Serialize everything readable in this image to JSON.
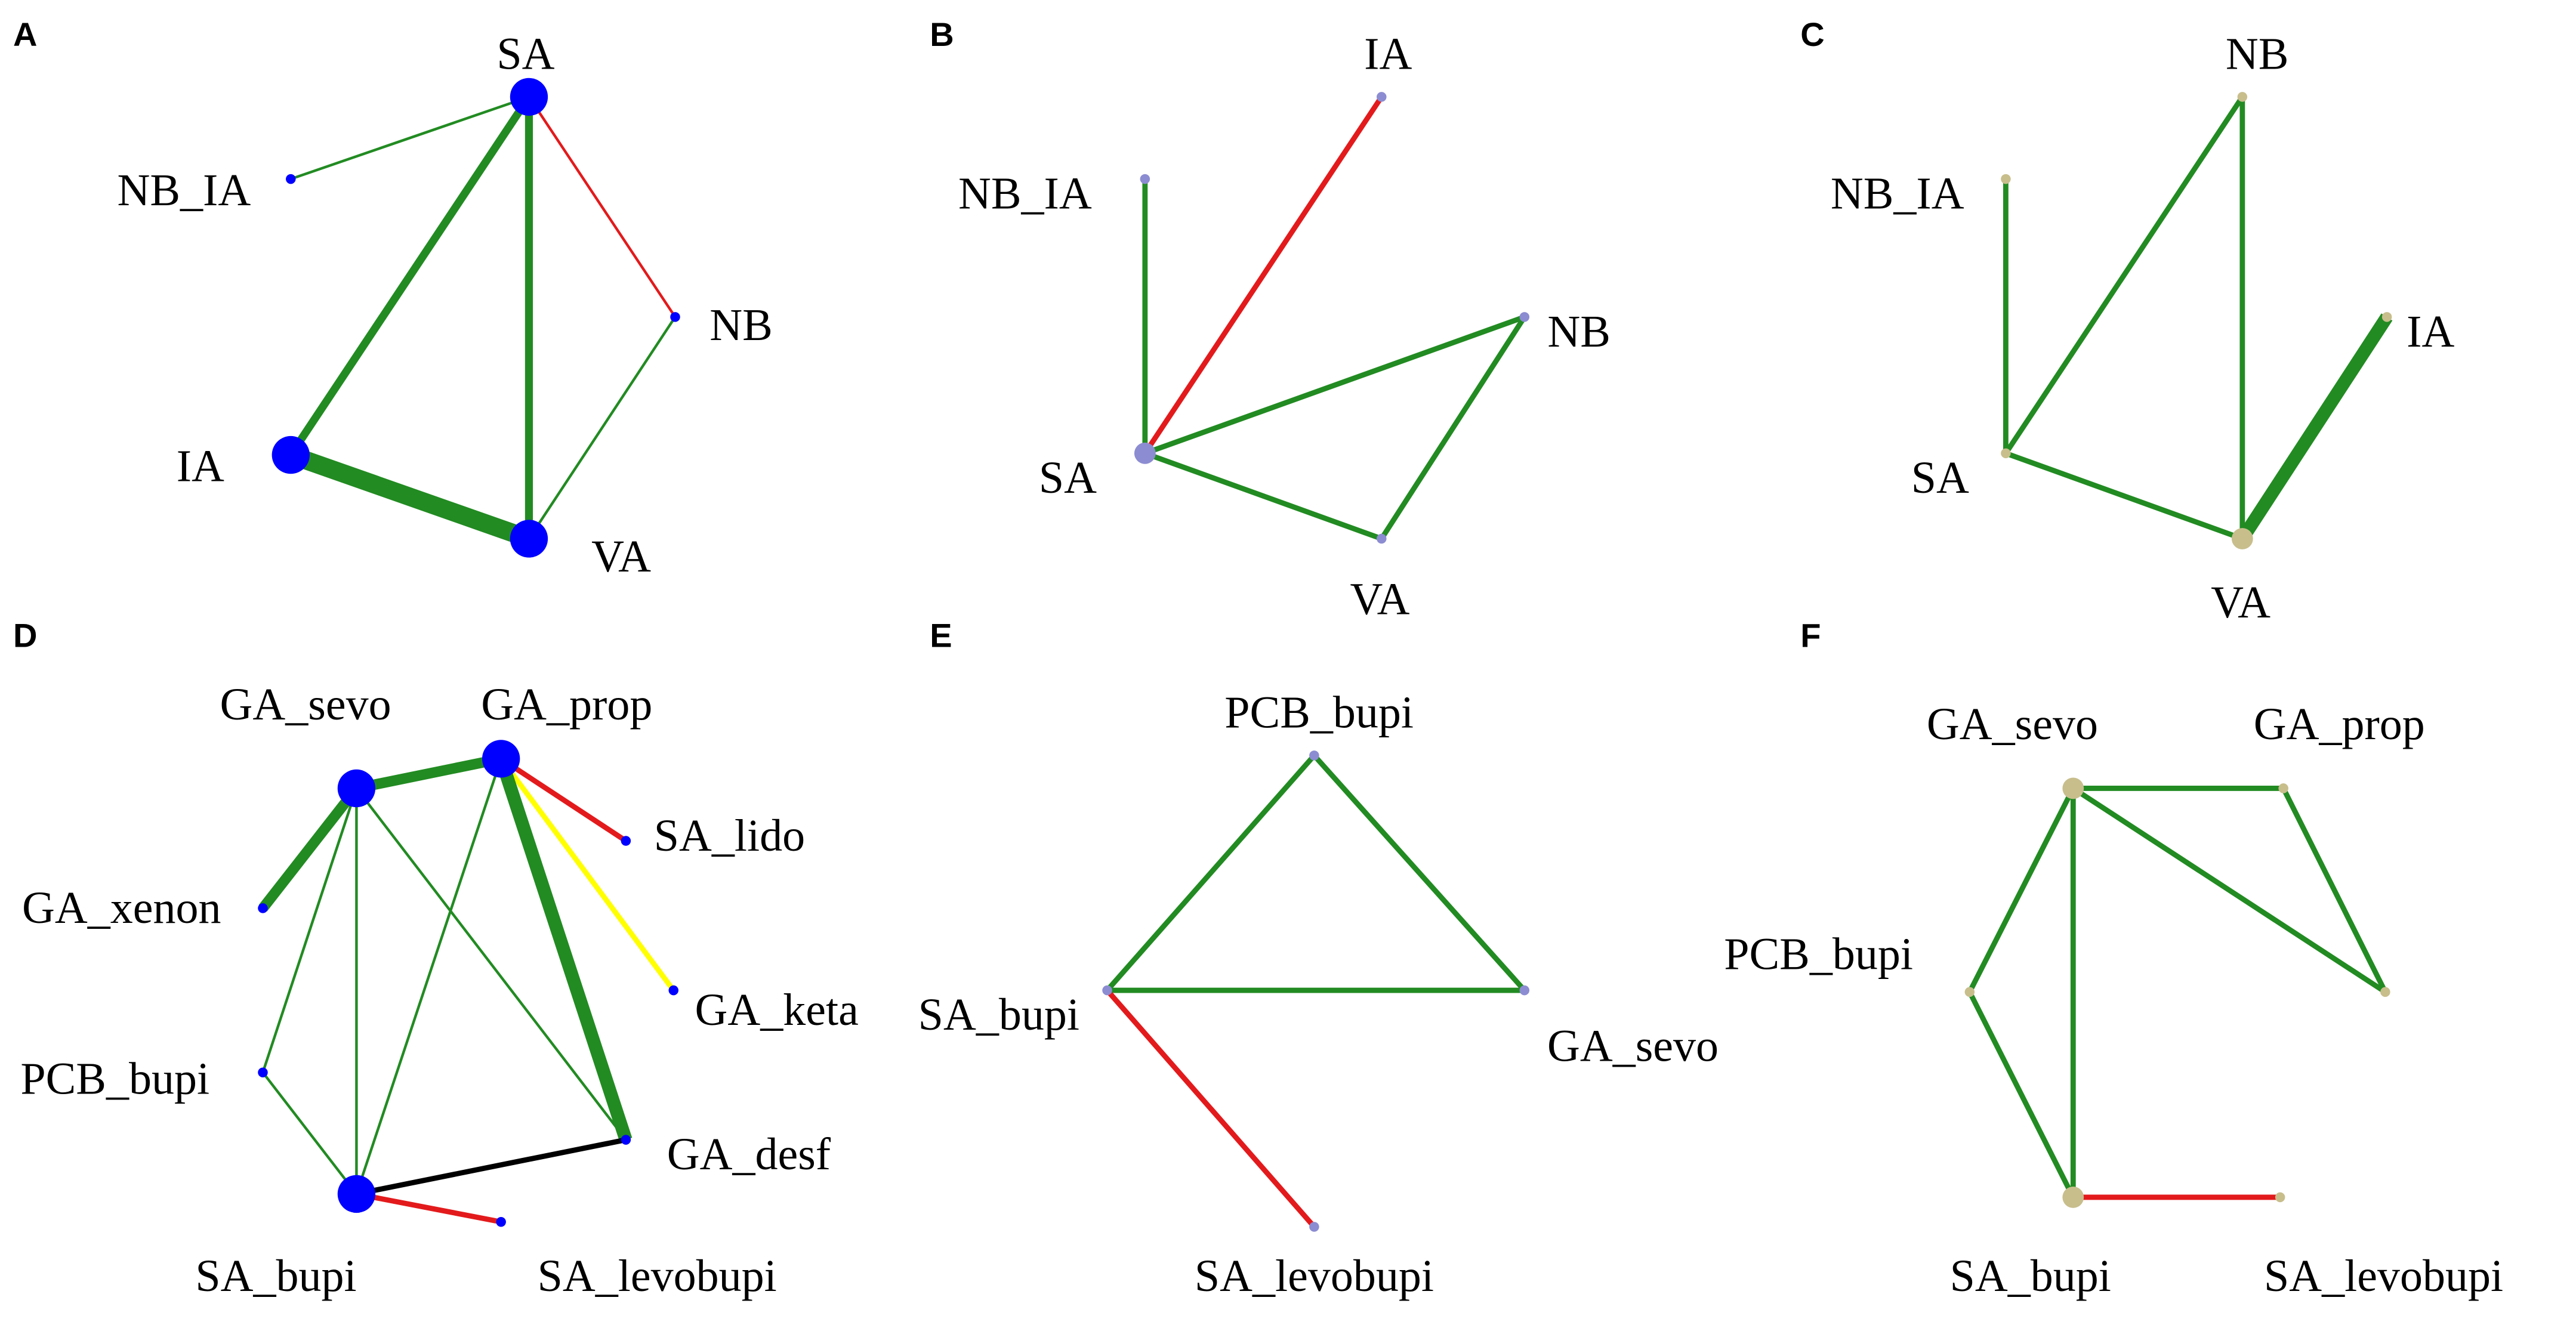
{
  "colors": {
    "green": "#228b22",
    "red": "#e31a1c",
    "yellow": "#ffff00",
    "black": "#000000",
    "node_blue": "#0000ff",
    "node_lavender": "#8c8cd2",
    "node_tan": "#c8be8c"
  },
  "panels": [
    {
      "letter": "A",
      "nodes": [
        {
          "id": "SA",
          "label": "SA",
          "size": "large"
        },
        {
          "id": "NB_IA",
          "label": "NB_IA",
          "size": "small"
        },
        {
          "id": "NB",
          "label": "NB",
          "size": "small"
        },
        {
          "id": "IA",
          "label": "IA",
          "size": "large"
        },
        {
          "id": "VA",
          "label": "VA",
          "size": "large"
        }
      ],
      "edges": [
        {
          "from": "SA",
          "to": "NB_IA",
          "color": "green",
          "weight": 1
        },
        {
          "from": "SA",
          "to": "IA",
          "color": "green",
          "weight": 3
        },
        {
          "from": "SA",
          "to": "VA",
          "color": "green",
          "weight": 3
        },
        {
          "from": "SA",
          "to": "NB",
          "color": "red",
          "weight": 1
        },
        {
          "from": "NB",
          "to": "VA",
          "color": "green",
          "weight": 1
        },
        {
          "from": "IA",
          "to": "VA",
          "color": "green",
          "weight": 7
        }
      ]
    },
    {
      "letter": "B",
      "nodes": [
        {
          "id": "IA",
          "label": "IA",
          "size": "small"
        },
        {
          "id": "NB_IA",
          "label": "NB_IA",
          "size": "small"
        },
        {
          "id": "NB",
          "label": "NB",
          "size": "small"
        },
        {
          "id": "SA",
          "label": "SA",
          "size": "medium"
        },
        {
          "id": "VA",
          "label": "VA",
          "size": "small"
        }
      ],
      "edges": [
        {
          "from": "SA",
          "to": "IA",
          "color": "red",
          "weight": 2
        },
        {
          "from": "SA",
          "to": "NB_IA",
          "color": "green",
          "weight": 2
        },
        {
          "from": "SA",
          "to": "NB",
          "color": "green",
          "weight": 2
        },
        {
          "from": "SA",
          "to": "VA",
          "color": "green",
          "weight": 2
        },
        {
          "from": "NB",
          "to": "VA",
          "color": "green",
          "weight": 2
        }
      ]
    },
    {
      "letter": "C",
      "nodes": [
        {
          "id": "NB",
          "label": "NB",
          "size": "small"
        },
        {
          "id": "NB_IA",
          "label": "NB_IA",
          "size": "small"
        },
        {
          "id": "IA",
          "label": "IA",
          "size": "small"
        },
        {
          "id": "SA",
          "label": "SA",
          "size": "small"
        },
        {
          "id": "VA",
          "label": "VA",
          "size": "medium"
        }
      ],
      "edges": [
        {
          "from": "SA",
          "to": "NB_IA",
          "color": "green",
          "weight": 2
        },
        {
          "from": "SA",
          "to": "NB",
          "color": "green",
          "weight": 2
        },
        {
          "from": "SA",
          "to": "VA",
          "color": "green",
          "weight": 2
        },
        {
          "from": "NB",
          "to": "VA",
          "color": "green",
          "weight": 2
        },
        {
          "from": "IA",
          "to": "VA",
          "color": "green",
          "weight": 5
        }
      ]
    },
    {
      "letter": "D",
      "nodes": [
        {
          "id": "GA_sevo",
          "label": "GA_sevo",
          "size": "large"
        },
        {
          "id": "GA_prop",
          "label": "GA_prop",
          "size": "large"
        },
        {
          "id": "SA_lido",
          "label": "SA_lido",
          "size": "small"
        },
        {
          "id": "GA_xenon",
          "label": "GA_xenon",
          "size": "small"
        },
        {
          "id": "GA_keta",
          "label": "GA_keta",
          "size": "small"
        },
        {
          "id": "PCB_bupi",
          "label": "PCB_bupi",
          "size": "small"
        },
        {
          "id": "GA_desf",
          "label": "GA_desf",
          "size": "small"
        },
        {
          "id": "SA_bupi",
          "label": "SA_bupi",
          "size": "large"
        },
        {
          "id": "SA_levobupi",
          "label": "SA_levobupi",
          "size": "small"
        }
      ],
      "edges": [
        {
          "from": "GA_sevo",
          "to": "GA_prop",
          "color": "green",
          "weight": 4
        },
        {
          "from": "GA_sevo",
          "to": "GA_xenon",
          "color": "green",
          "weight": 4
        },
        {
          "from": "GA_sevo",
          "to": "PCB_bupi",
          "color": "green",
          "weight": 1
        },
        {
          "from": "GA_sevo",
          "to": "SA_bupi",
          "color": "green",
          "weight": 1
        },
        {
          "from": "GA_sevo",
          "to": "GA_desf",
          "color": "green",
          "weight": 1
        },
        {
          "from": "GA_prop",
          "to": "SA_lido",
          "color": "red",
          "weight": 2
        },
        {
          "from": "GA_prop",
          "to": "GA_keta",
          "color": "yellow",
          "weight": 2
        },
        {
          "from": "GA_prop",
          "to": "GA_desf",
          "color": "green",
          "weight": 5
        },
        {
          "from": "GA_prop",
          "to": "SA_bupi",
          "color": "green",
          "weight": 1
        },
        {
          "from": "PCB_bupi",
          "to": "SA_bupi",
          "color": "green",
          "weight": 1
        },
        {
          "from": "SA_bupi",
          "to": "GA_desf",
          "color": "black",
          "weight": 2
        },
        {
          "from": "SA_bupi",
          "to": "SA_levobupi",
          "color": "red",
          "weight": 2
        }
      ]
    },
    {
      "letter": "E",
      "nodes": [
        {
          "id": "PCB_bupi",
          "label": "PCB_bupi",
          "size": "small"
        },
        {
          "id": "SA_bupi",
          "label": "SA_bupi",
          "size": "small"
        },
        {
          "id": "GA_sevo",
          "label": "GA_sevo",
          "size": "small"
        },
        {
          "id": "SA_levobupi",
          "label": "SA_levobupi",
          "size": "small"
        }
      ],
      "edges": [
        {
          "from": "PCB_bupi",
          "to": "SA_bupi",
          "color": "green",
          "weight": 2
        },
        {
          "from": "PCB_bupi",
          "to": "GA_sevo",
          "color": "green",
          "weight": 2
        },
        {
          "from": "SA_bupi",
          "to": "GA_sevo",
          "color": "green",
          "weight": 2
        },
        {
          "from": "SA_bupi",
          "to": "SA_levobupi",
          "color": "red",
          "weight": 2
        }
      ]
    },
    {
      "letter": "F",
      "nodes": [
        {
          "id": "GA_sevo",
          "label": "GA_sevo",
          "size": "medium"
        },
        {
          "id": "GA_prop",
          "label": "GA_prop",
          "size": "small"
        },
        {
          "id": "PCB_bupi",
          "label": "PCB_bupi",
          "size": "small"
        },
        {
          "id": "GA_desf",
          "label": "",
          "size": "small"
        },
        {
          "id": "SA_bupi",
          "label": "SA_bupi",
          "size": "medium"
        },
        {
          "id": "SA_levobupi",
          "label": "SA_levobupi",
          "size": "small"
        }
      ],
      "edges": [
        {
          "from": "GA_sevo",
          "to": "GA_prop",
          "color": "green",
          "weight": 2
        },
        {
          "from": "GA_sevo",
          "to": "GA_desf",
          "color": "green",
          "weight": 2
        },
        {
          "from": "GA_prop",
          "to": "GA_desf",
          "color": "green",
          "weight": 2
        },
        {
          "from": "GA_sevo",
          "to": "PCB_bupi",
          "color": "green",
          "weight": 2
        },
        {
          "from": "GA_sevo",
          "to": "SA_bupi",
          "color": "green",
          "weight": 2
        },
        {
          "from": "PCB_bupi",
          "to": "SA_bupi",
          "color": "green",
          "weight": 2
        },
        {
          "from": "SA_bupi",
          "to": "SA_levobupi",
          "color": "red",
          "weight": 2
        }
      ]
    }
  ]
}
